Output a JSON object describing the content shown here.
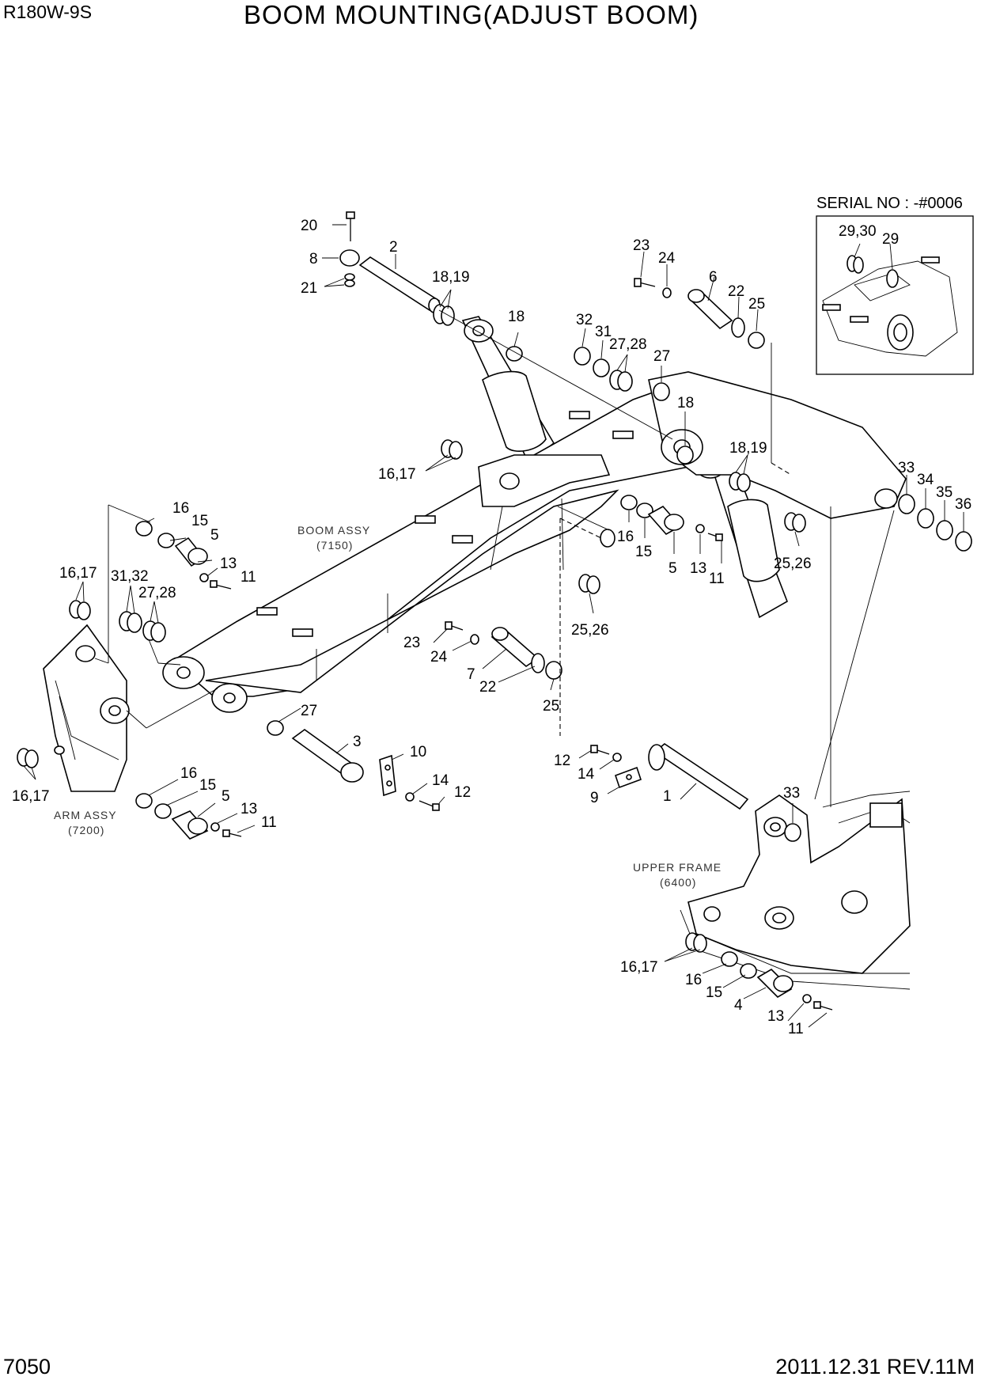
{
  "header": {
    "model": "R180W-9S",
    "title": "BOOM MOUNTING(ADJUST BOOM)"
  },
  "footer": {
    "page_number": "7050",
    "revision": "2011.12.31  REV.11M"
  },
  "inset": {
    "serial_label": "SERIAL NO : -#0006",
    "labels": [
      "29,30",
      "29"
    ]
  },
  "assemblies": {
    "boom": {
      "name": "BOOM ASSY",
      "code": "(7150)"
    },
    "arm": {
      "name": "ARM ASSY",
      "code": "(7200)"
    },
    "upper_frame": {
      "name": "UPPER FRAME",
      "code": "(6400)"
    }
  },
  "callouts": [
    "20",
    "8",
    "21",
    "2",
    "18,19",
    "18",
    "23",
    "24",
    "6",
    "22",
    "25",
    "32",
    "31",
    "27,28",
    "27",
    "18",
    "18,19",
    "33",
    "34",
    "35",
    "36",
    "16,17",
    "16",
    "15",
    "5",
    "13",
    "11",
    "16,17",
    "31,32",
    "27,28",
    "16",
    "15",
    "5",
    "13",
    "11",
    "25,26",
    "23",
    "24",
    "7",
    "22",
    "25",
    "25,26",
    "27",
    "3",
    "10",
    "14",
    "12",
    "16,17",
    "16",
    "15",
    "5",
    "13",
    "11",
    "12",
    "14",
    "9",
    "1",
    "33",
    "16,17",
    "16",
    "15",
    "4",
    "13",
    "11"
  ]
}
